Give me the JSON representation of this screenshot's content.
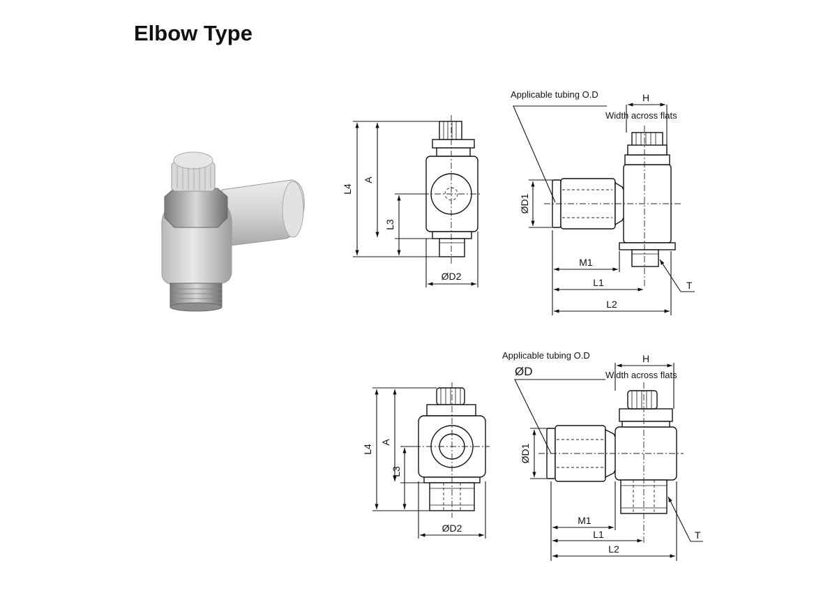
{
  "title": "Elbow Type",
  "photo": {
    "icon": "elbow-fitting-photo"
  },
  "diagrams": [
    {
      "front": {
        "L4": "L4",
        "A": "A",
        "L3": "L3",
        "D2": "ØD2"
      },
      "side": {
        "tubing_label": "Applicable tubing O.D",
        "H": "H",
        "H_note": "Width across flats",
        "D1": "ØD1",
        "M1": "M1",
        "L1": "L1",
        "L2": "L2",
        "T": "T"
      }
    },
    {
      "front": {
        "L4": "L4",
        "A": "A",
        "L3": "L3",
        "D2": "ØD2"
      },
      "side": {
        "tubing_label": "Applicable tubing O.D",
        "tubing_symbol": "ØD",
        "H": "H",
        "H_note": "Width across flats",
        "D1": "ØD1",
        "M1": "M1",
        "L1": "L1",
        "L2": "L2",
        "T": "T"
      }
    }
  ]
}
